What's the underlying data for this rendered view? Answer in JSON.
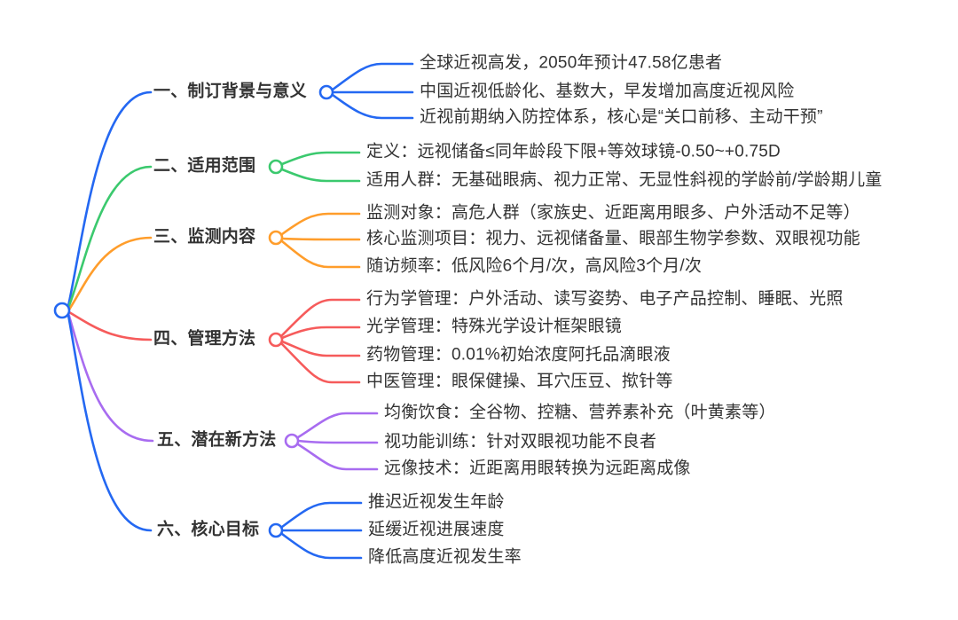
{
  "mindmap": {
    "background": "#FFFFFF",
    "text_color": "#333333",
    "colors": {
      "blue": "#2468F2",
      "green": "#3BC96E",
      "orange": "#FF9D2B",
      "red": "#F65B5B",
      "purple": "#A86CF0"
    },
    "branches": [
      {
        "label": "一、制订背景与意义",
        "color": "#2468F2",
        "children": [
          "全球近视高发，2050年预计47.58亿患者",
          "中国近视低龄化、基数大，早发增加高度近视风险",
          "近视前期纳入防控体系，核心是“关口前移、主动干预”"
        ]
      },
      {
        "label": "二、适用范围",
        "color": "#3BC96E",
        "children": [
          "定义：远视储备≤同年龄段下限+等效球镜-0.50~+0.75D",
          "适用人群：无基础眼病、视力正常、无显性斜视的学龄前/学龄期儿童"
        ]
      },
      {
        "label": "三、监测内容",
        "color": "#FF9D2B",
        "children": [
          "监测对象：高危人群（家族史、近距离用眼多、户外活动不足等）",
          "核心监测项目：视力、远视储备量、眼部生物学参数、双眼视功能",
          "随访频率：低风险6个月/次，高风险3个月/次"
        ]
      },
      {
        "label": "四、管理方法",
        "color": "#F65B5B",
        "children": [
          "行为学管理：户外活动、读写姿势、电子产品控制、睡眠、光照",
          "光学管理：特殊光学设计框架眼镜",
          "药物管理：0.01%初始浓度阿托品滴眼液",
          "中医管理：眼保健操、耳穴压豆、揿针等"
        ]
      },
      {
        "label": "五、潜在新方法",
        "color": "#A86CF0",
        "children": [
          "均衡饮食：全谷物、控糖、营养素补充（叶黄素等）",
          "视功能训练：针对双眼视功能不良者",
          "远像技术：近距离用眼转换为远距离成像"
        ]
      },
      {
        "label": "六、核心目标",
        "color": "#2468F2",
        "children": [
          "推迟近视发生年龄",
          "延缓近视进展速度",
          "降低高度近视发生率"
        ]
      }
    ]
  }
}
